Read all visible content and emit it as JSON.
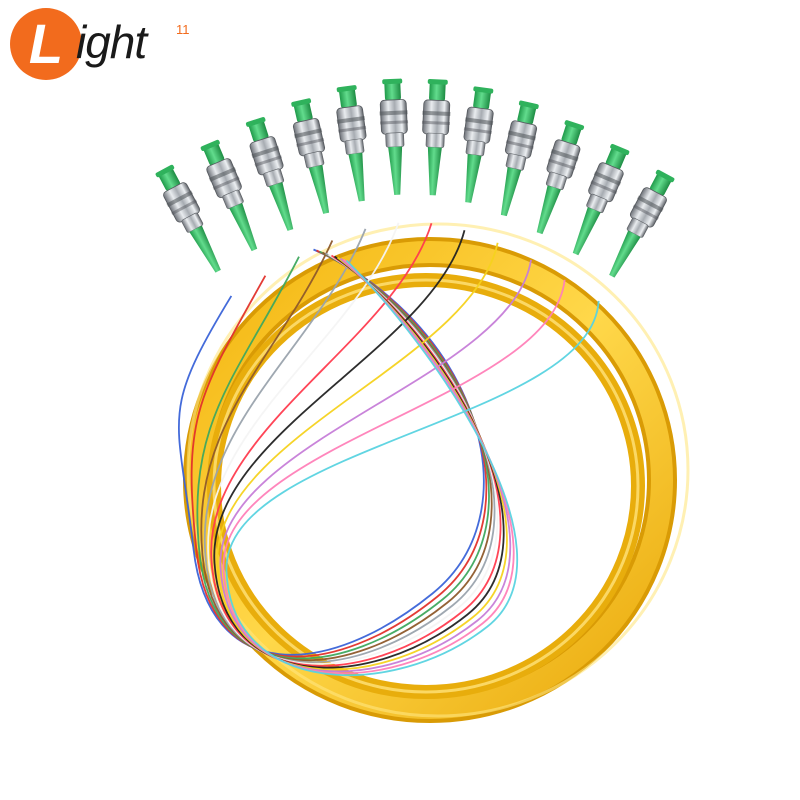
{
  "logo": {
    "badge_letter": "L",
    "wordmark": "ight",
    "superscript": "11",
    "brand_color": "#f26b1d"
  },
  "product": {
    "connector_count": 12,
    "jacket_color": "#f6c318",
    "boot_color": "#35c46a",
    "fiber_colors": [
      "#3a63d8",
      "#e2322b",
      "#3fa85e",
      "#8e5a2b",
      "#9aa3ad",
      "#f4f4f4",
      "#ff3b4e",
      "#222222",
      "#f5d21e",
      "#c67dd8",
      "#ff7fb8",
      "#58d3e0"
    ]
  }
}
